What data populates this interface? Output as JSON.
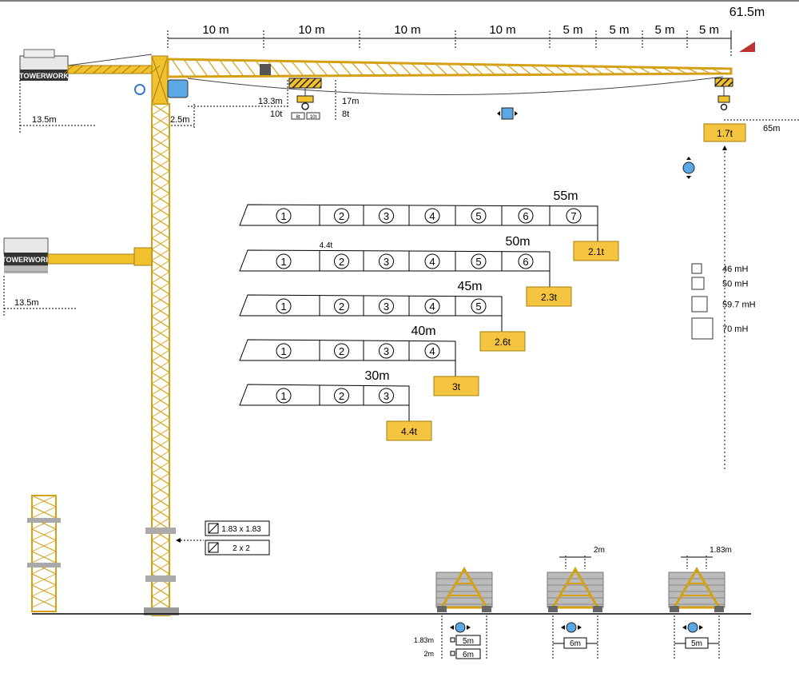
{
  "jib": {
    "max_radius": "61.5m",
    "segments": [
      "10 m",
      "10 m",
      "10 m",
      "10 m",
      "5 m",
      "5 m",
      "5 m",
      "5 m"
    ],
    "counter_jib_length": "13.5m",
    "pivot_offset": "2.5m",
    "trolley": {
      "radius": "13.3m",
      "radius_capacity": "10t",
      "radius2": "17m",
      "radius2_capacity": "8t",
      "reeving_labels": [
        "8t",
        "10t"
      ]
    },
    "tip": {
      "radius": "65m",
      "capacity": "1.7t"
    },
    "brand": "TOWERWORK"
  },
  "lower_jib": {
    "length": "13.5m",
    "brand": "TOWERWORK"
  },
  "load_table": {
    "rows": [
      {
        "length": "55m",
        "sections": [
          "1",
          "2",
          "3",
          "4",
          "5",
          "6",
          "7"
        ],
        "tip_load": "2.1t"
      },
      {
        "length": "50m",
        "sections": [
          "1",
          "2",
          "3",
          "4",
          "5",
          "6"
        ],
        "tip_load": "2.3t",
        "note": "4.4t"
      },
      {
        "length": "45m",
        "sections": [
          "1",
          "2",
          "3",
          "4",
          "5"
        ],
        "tip_load": "2.6t"
      },
      {
        "length": "40m",
        "sections": [
          "1",
          "2",
          "3",
          "4"
        ],
        "tip_load": "3t"
      },
      {
        "length": "30m",
        "sections": [
          "1",
          "2",
          "3"
        ],
        "tip_load": "4.4t"
      }
    ]
  },
  "heights": [
    {
      "label": "46 mH"
    },
    {
      "label": "50 mH"
    },
    {
      "label": "59.7 mH"
    },
    {
      "label": "70 mH"
    }
  ],
  "mast_sections": [
    {
      "label": "1.83 x 1.83"
    },
    {
      "label": "2 x 2"
    }
  ],
  "bases": [
    {
      "top_label": "",
      "bottom": "5m",
      "bottom2": "6m",
      "left_labels": [
        "1.83m",
        "2m"
      ]
    },
    {
      "top_label": "2m",
      "bottom": "6m"
    },
    {
      "top_label": "1.83m",
      "bottom": "5m"
    }
  ],
  "colors": {
    "crane": "#f2c12e",
    "crane_dark": "#c99a12",
    "label_bg": "#f5c542",
    "accent_red": "#b33",
    "blue_icon": "#5aa9e6"
  }
}
